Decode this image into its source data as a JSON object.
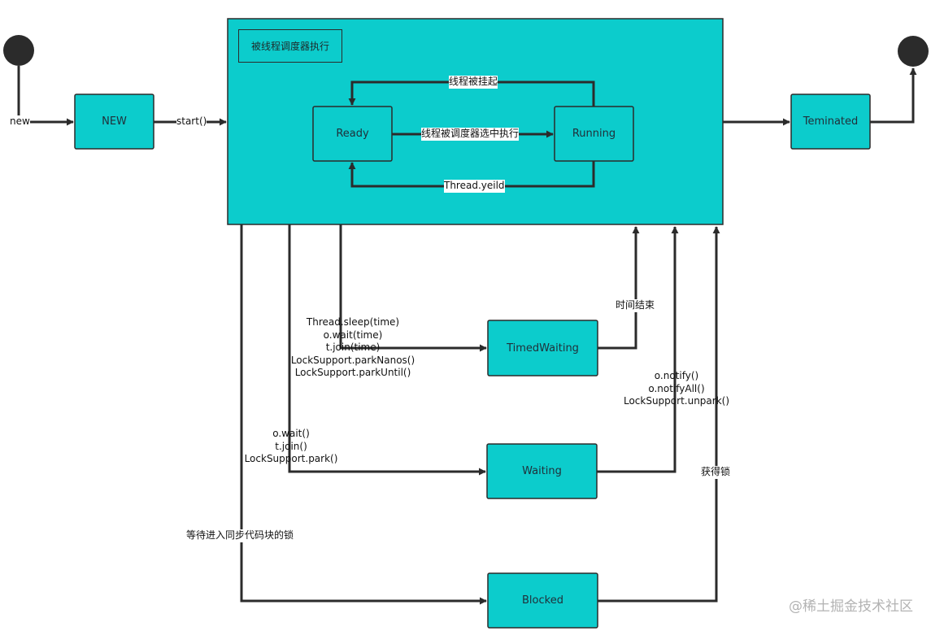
{
  "container_title": "被线程调度器执行",
  "states": {
    "new": "NEW",
    "ready": "Ready",
    "running": "Running",
    "terminated": "Teminated",
    "timed_waiting": "TimedWaiting",
    "waiting": "Waiting",
    "blocked": "Blocked"
  },
  "edges": {
    "new": "new",
    "start": "start()",
    "suspended": "线程被挂起",
    "selected": "线程被调度器选中执行",
    "yield": "Thread.yeild",
    "time_end": "时间结束",
    "acquire_lock": "获得锁",
    "wait_sync_lock": "等待进入同步代码块的锁"
  },
  "timed_calls": [
    "Thread.sleep(time)",
    "o.wait(time)",
    "t.join(time)",
    "LockSupport.parkNanos()",
    "LockSupport.parkUntil()"
  ],
  "wait_calls": [
    "o.wait()",
    "t.join()",
    "LockSupport.park()"
  ],
  "notify_calls": [
    "o.notify()",
    "o.notifyAll()",
    "LockSupport.unpark()"
  ],
  "watermark": "@稀土掘金技术社区",
  "colors": {
    "state_fill": "#0ccccc",
    "line": "#2b2b2b"
  }
}
